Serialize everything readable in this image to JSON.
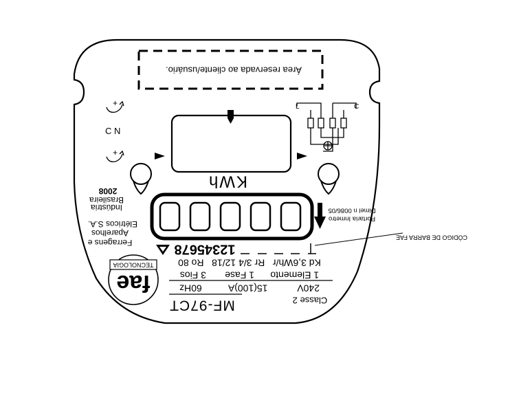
{
  "reserved_area": "Área reservada ao cliente/usuário.",
  "cn_label": "C N",
  "plus_sign": "+",
  "unit_label": "KWh",
  "circuit_label_left": "L",
  "circuit_label_right": "C",
  "year": "2008",
  "manufacturer": [
    "Indústria",
    "Brasileira",
    "Elétricos S.A.",
    "Aparelhos",
    "Ferragens e"
  ],
  "brand": "fae",
  "brand_sub": "TECNOLOGIA",
  "serial": "12345678",
  "barcode_label": "CÓDIGO DE BARRA FAE",
  "dial_note": [
    "Dimel n 0086/05",
    "Portaria Inmetro"
  ],
  "spec_line_1": "Kd 3,6Wh/r   Rr 3/4 12/18   Ro 80",
  "spec_line_2": "1 Elemento      1 Fase       3 Fios",
  "spec_line_3": "240V           15(100)A          60Hz",
  "model": "MF-97CT",
  "class_label": "Classe 2",
  "register_digits": 5,
  "colors": {
    "ink": "#000000",
    "paper": "#ffffff"
  }
}
